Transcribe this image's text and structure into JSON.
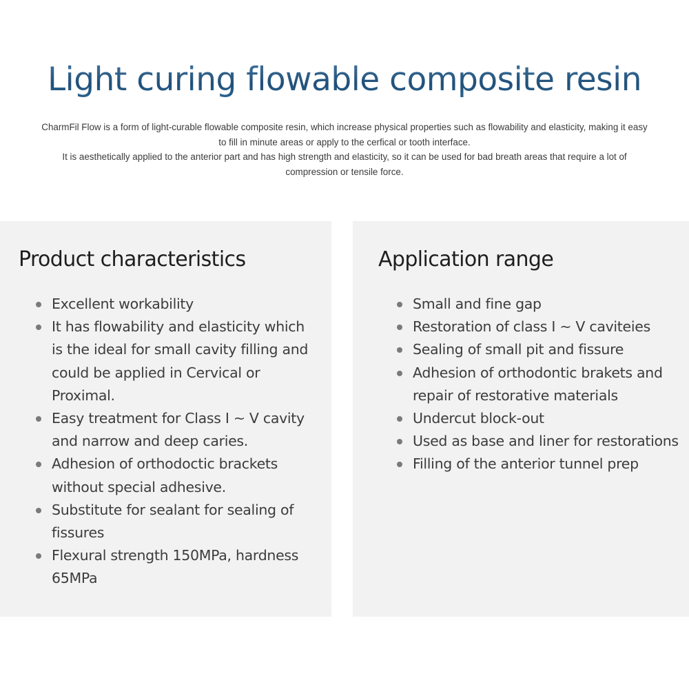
{
  "header": {
    "title": "Light curing flowable composite resin",
    "title_color": "#2c5f86"
  },
  "intro": {
    "line1": "CharmFil Flow is a form of light-curable flowable composite resin, which increase physical properties such as flowability and elasticity, making it easy",
    "line2": "to fill in minute areas or apply to the cerfical or tooth interface.",
    "line3": "It is aesthetically applied to the anterior part and has high strength and elasticity, so it can be used for bad breath areas that require a lot of",
    "line4": "compression or tensile force."
  },
  "product_characteristics": {
    "heading": "Product characteristics",
    "items": [
      {
        "text": "Excellent workability"
      },
      {
        "text": "It has flowability and elasticity which is the ideal for small cavity filling and could be applied in Cervical or Proximal."
      },
      {
        "text": "Easy treatment for Class Ⅰ ~ V cavity and narrow and deep caries."
      },
      {
        "text": "Adhesion of orthodoctic brackets without special adhesive."
      },
      {
        "text": "Substitute for sealant for sealing of fissures"
      },
      {
        "text": "Flexural strength 150MPa, hardness 65MPa"
      }
    ]
  },
  "application_range": {
    "heading": "Application range",
    "items": [
      {
        "text": "Small and fine gap"
      },
      {
        "text": "Restoration of class Ⅰ ~ V caviteies"
      },
      {
        "text": "Sealing of small pit and fissure"
      },
      {
        "text": "Adhesion of orthodontic brakets and repair of restorative materials"
      },
      {
        "text": "Undercut block-out"
      },
      {
        "text": "Used as base and liner for restorations"
      },
      {
        "text": "Filling of the anterior tunnel prep"
      }
    ]
  },
  "colors": {
    "panel_background": "#f2f2f2",
    "page_background": "#ffffff",
    "bullet": "#7a7a7a",
    "body_text": "#3c3c3c"
  }
}
